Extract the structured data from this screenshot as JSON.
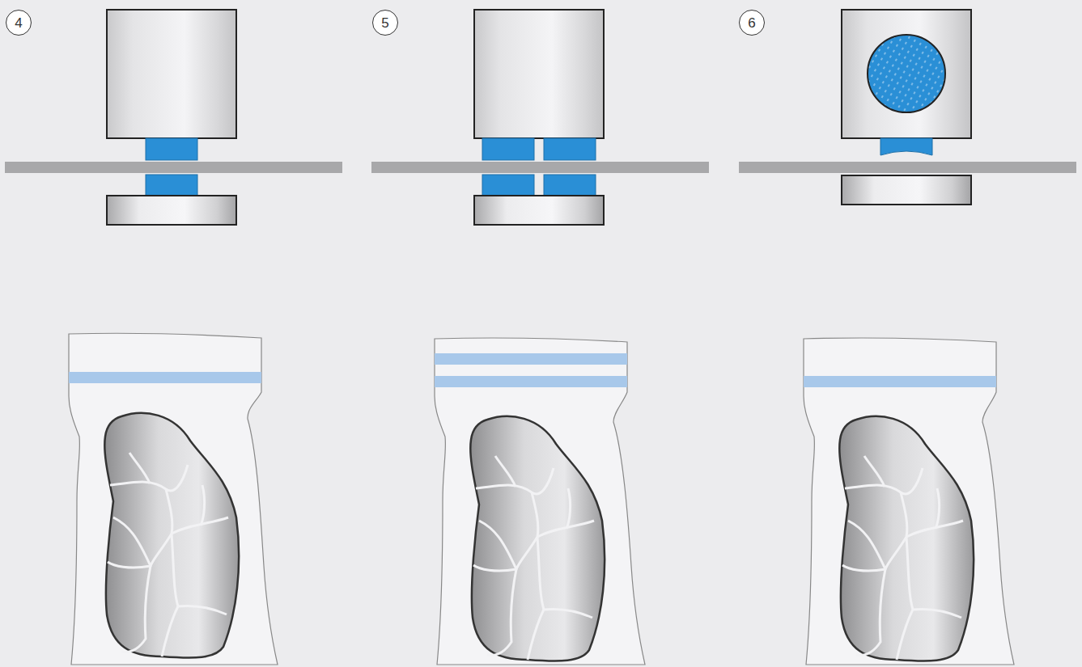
{
  "diagram": {
    "nodes": [
      {
        "text": [
          "4"
        ]
      },
      {
        "text": [
          "5"
        ]
      },
      {
        "text": [
          "6"
        ]
      }
    ]
  }
}
